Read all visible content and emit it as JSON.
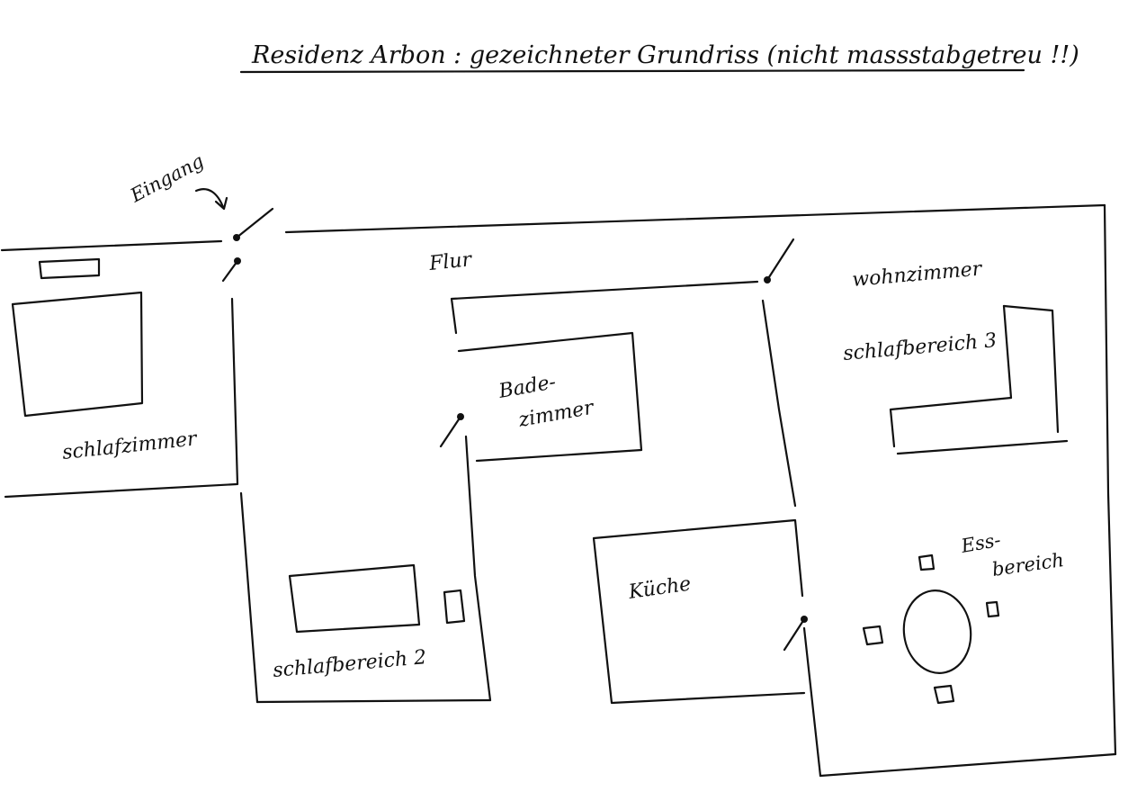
{
  "title": "Residenz Arbon : gezeichneter Grundriss (nicht massstabgetreu !!)",
  "labels": {
    "eingang": "Eingang",
    "flur": "Flur",
    "wohnzimmer": "wohnzimmer",
    "schlafbereich3": "schlafbereich 3",
    "badezimmer_line1": "Bade-",
    "badezimmer_line2": "zimmer",
    "schlafzimmer": "schlafzimmer",
    "kueche": "Küche",
    "essbereich_line1": "Ess-",
    "essbereich_line2": "bereich",
    "schlafbereich2": "schlafbereich 2"
  },
  "colors": {
    "ink": "#111111",
    "paper": "#ffffff"
  }
}
